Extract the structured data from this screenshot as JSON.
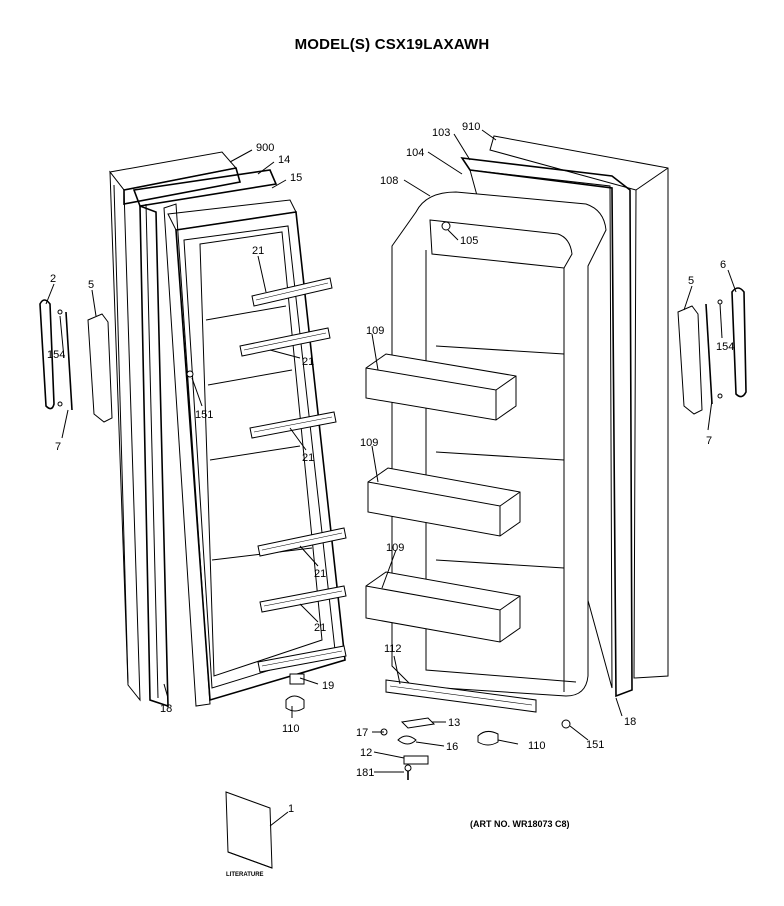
{
  "title": "MODEL(S) CSX19LAXAWH",
  "art_number": "(ART NO. WR18073 C8)",
  "literature_label": "LITERATURE",
  "callouts": {
    "c900": "900",
    "c14": "14",
    "c15": "15",
    "c21a": "21",
    "c21b": "21",
    "c21c": "21",
    "c21d": "21",
    "c21e": "21",
    "c2": "2",
    "c5l": "5",
    "c154l": "154",
    "c7l": "7",
    "c151l": "151",
    "c19": "19",
    "c18l": "18",
    "c110l": "110",
    "c910": "910",
    "c103": "103",
    "c104": "104",
    "c108": "108",
    "c105": "105",
    "c109a": "109",
    "c109b": "109",
    "c109c": "109",
    "c112": "112",
    "c13": "13",
    "c17": "17",
    "c16": "16",
    "c12": "12",
    "c181": "181",
    "c110r": "110",
    "c151r": "151",
    "c18r": "18",
    "c5r": "5",
    "c6": "6",
    "c154r": "154",
    "c7r": "7",
    "c1": "1"
  }
}
